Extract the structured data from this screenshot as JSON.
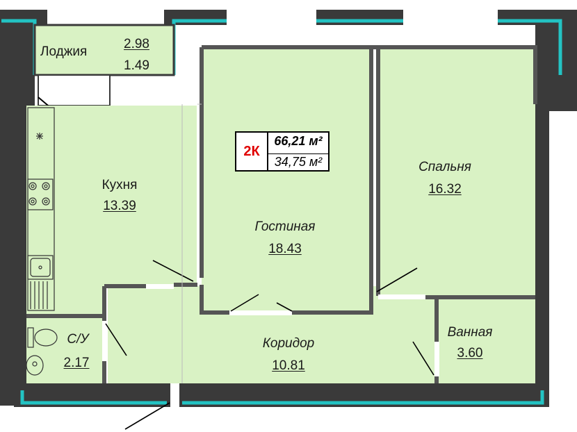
{
  "plan": {
    "badge": {
      "type": "2К",
      "total_area": "66,21 м²",
      "living_area": "34,75 м²"
    },
    "rooms": [
      {
        "name": "Лоджия",
        "dims": [
          "2.98",
          "1.49"
        ]
      },
      {
        "name": "Кухня",
        "area": "13.39"
      },
      {
        "name": "Гостиная",
        "area": "18.43"
      },
      {
        "name": "Спальня",
        "area": "16.32"
      },
      {
        "name": "С/У",
        "area": "2.17"
      },
      {
        "name": "Коридор",
        "area": "10.81"
      },
      {
        "name": "Ванная",
        "area": "3.60"
      }
    ],
    "colors": {
      "room_fill": "#d9f2c4",
      "wall": "#3a3a3a",
      "glass": "#23c3c3",
      "badge_accent": "#e00000"
    }
  }
}
